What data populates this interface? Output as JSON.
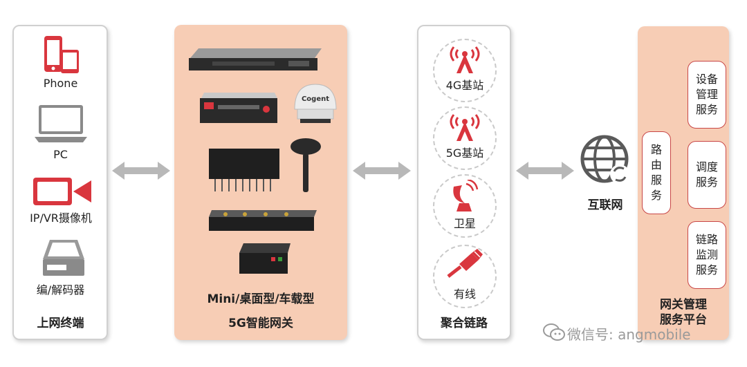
{
  "terminals": {
    "phone": "Phone",
    "pc": "PC",
    "camera": "IP/VR摄像机",
    "codec": "编/解码器",
    "title": "上网终端"
  },
  "gateway": {
    "types": "Mini/桌面型/车载型",
    "title": "5G智能网关",
    "brand_text": "Cogent"
  },
  "links": {
    "l4g": "4G基站",
    "l5g": "5G基站",
    "satellite": "卫星",
    "wired": "有线",
    "title": "聚合链路"
  },
  "internet": {
    "label": "互联网"
  },
  "platform": {
    "routing": "路\n由\n服\n务",
    "device_mgmt": "设备\n管理\n服务",
    "dispatch": "调度\n服务",
    "link_monitor": "链路\n监测\n服务",
    "title": "网关管理\n服务平台"
  },
  "watermark": "微信号: angmobile",
  "colors": {
    "accent_red": "#d9363e",
    "peach": "#f7cdb5",
    "arrow_gray": "#b8b8b8"
  }
}
